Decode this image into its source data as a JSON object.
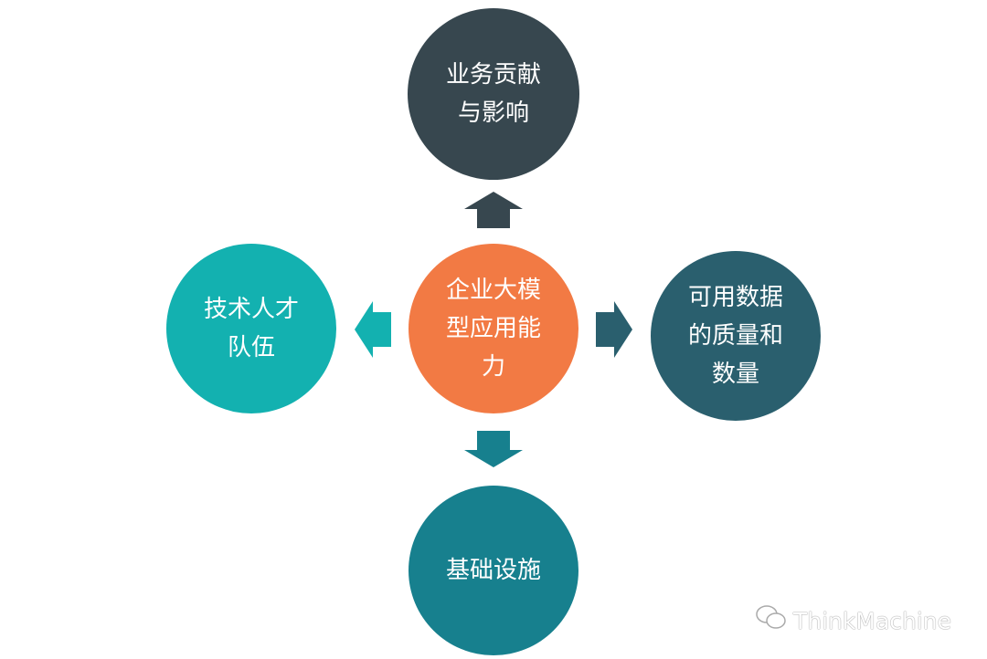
{
  "center": {
    "lines": [
      "企业大模",
      "型应用能",
      "力"
    ],
    "color": "#f27a44"
  },
  "top": {
    "lines": [
      "业务贡献",
      "与影响"
    ],
    "color": "#37474f"
  },
  "left": {
    "lines": [
      "技术人才",
      "队伍"
    ],
    "color": "#13b1b0"
  },
  "right": {
    "lines": [
      "可用数据",
      "的质量和",
      "数量"
    ],
    "color": "#2a5f6e"
  },
  "bottom": {
    "lines": [
      "基础设施"
    ],
    "color": "#17808e"
  },
  "watermark": {
    "text": "ThinkMachine",
    "icon": "wechat-icon"
  }
}
